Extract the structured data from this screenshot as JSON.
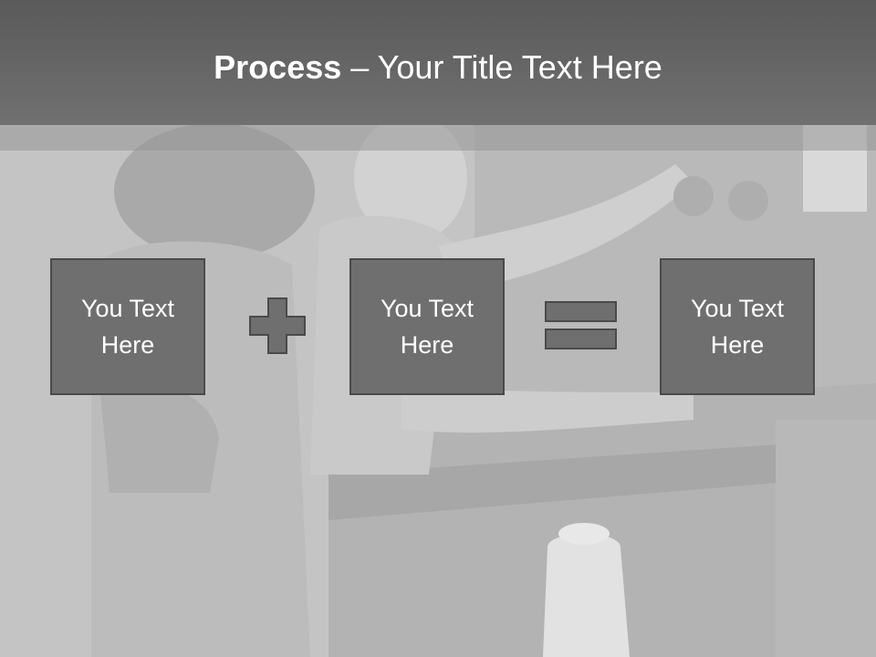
{
  "title": {
    "bold": "Process",
    "separator": " – ",
    "rest": "Your Title Text Here"
  },
  "boxes": [
    {
      "text": "You Text\nHere"
    },
    {
      "text": "You Text\nHere"
    },
    {
      "text": "You Text\nHere"
    }
  ],
  "operators": [
    "plus-icon",
    "equals-icon"
  ],
  "colors": {
    "title_bar": "#666666",
    "box_fill": "#6f6f6f",
    "box_border": "#4a4a4a",
    "text": "#ffffff"
  }
}
